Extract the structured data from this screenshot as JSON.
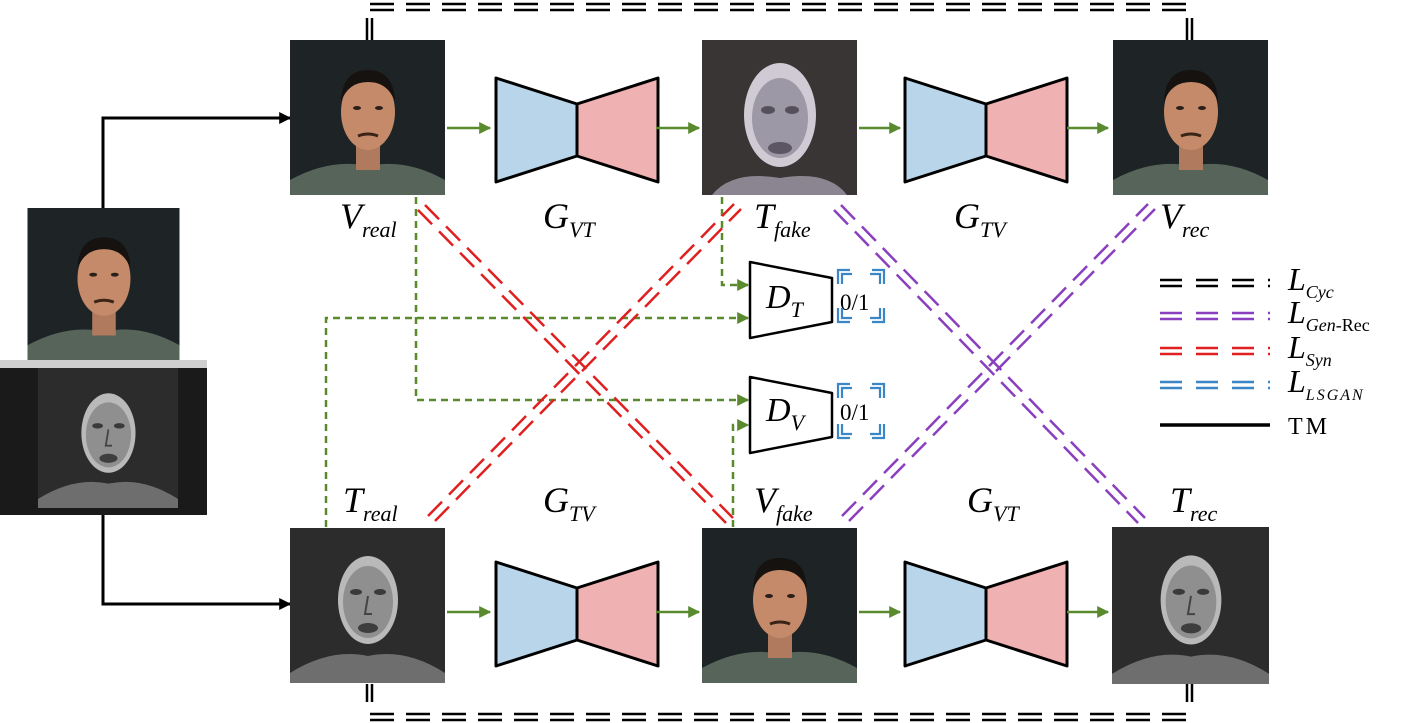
{
  "labels": {
    "v_real": {
      "main": "V",
      "sub": "real"
    },
    "t_fake": {
      "main": "T",
      "sub": "fake"
    },
    "v_rec": {
      "main": "V",
      "sub": "rec"
    },
    "t_real": {
      "main": "T",
      "sub": "real"
    },
    "v_fake": {
      "main": "V",
      "sub": "fake"
    },
    "t_rec": {
      "main": "T",
      "sub": "rec"
    },
    "g_vt_top": {
      "main": "G",
      "sub": "VT"
    },
    "g_tv_top": {
      "main": "G",
      "sub": "TV"
    },
    "g_tv_bottom": {
      "main": "G",
      "sub": "TV"
    },
    "g_vt_bottom": {
      "main": "G",
      "sub": "VT"
    },
    "d_t": {
      "main": "D",
      "sub": "T"
    },
    "d_v": {
      "main": "D",
      "sub": "V"
    },
    "d_t_out": "0/1",
    "d_v_out": "0/1"
  },
  "legend": {
    "cyc": {
      "main": "L",
      "sub": "Cyc"
    },
    "gen_rec": {
      "main": "L",
      "sub_italic": "Gen",
      "sub_plain": "-Rec"
    },
    "syn": {
      "main": "L",
      "sub": "Syn"
    },
    "lsgan": {
      "main": "L",
      "sub": "LSGAN"
    },
    "tm": "TM"
  },
  "colors": {
    "cyc": "#000000",
    "gen_rec": "#8a3fbf",
    "syn": "#e02020",
    "lsgan": "#3b86c6",
    "tm": "#000000",
    "flow": "#5a8a2e",
    "encoder": "#b9d5ea",
    "decoder": "#efb1b1"
  },
  "icons": [
    "visible-face-photo",
    "thermal-face-photo",
    "encoder-decoder-generator",
    "discriminator"
  ]
}
